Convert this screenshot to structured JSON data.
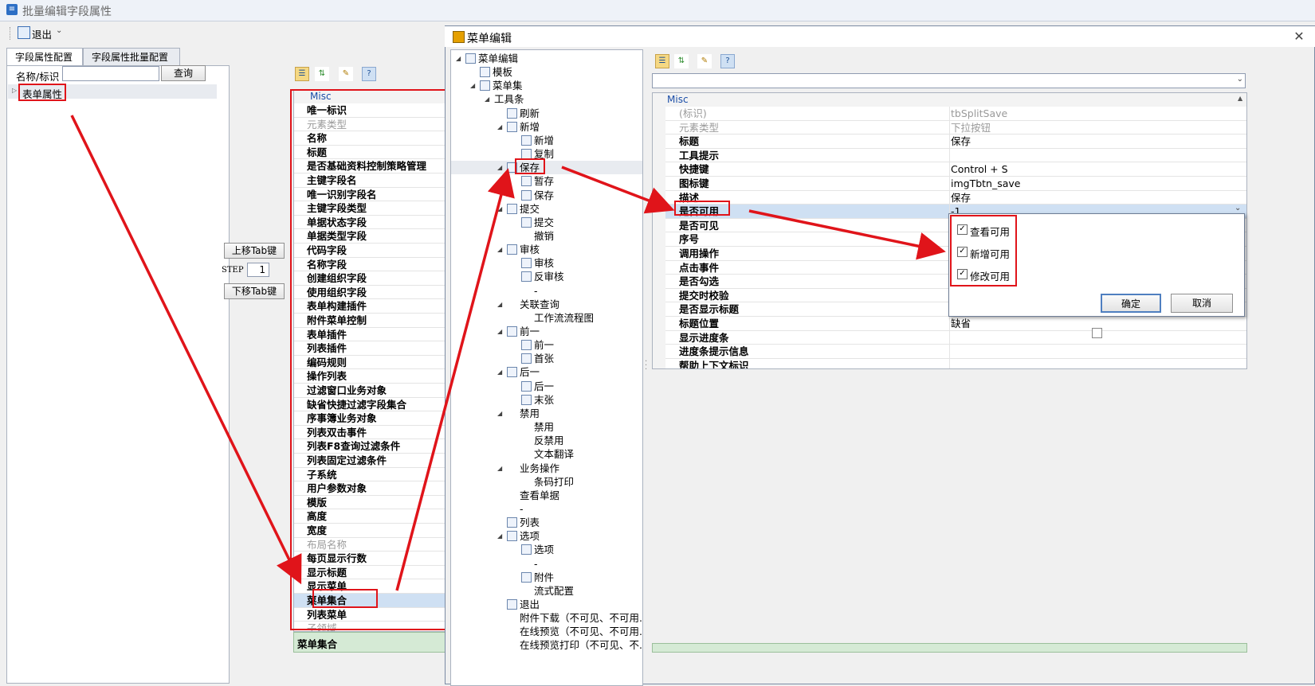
{
  "window": {
    "title": "批量编辑字段属性"
  },
  "toolbar": {
    "exit_label": "退出"
  },
  "tabs": [
    {
      "label": "字段属性配置"
    },
    {
      "label": "字段属性批量配置"
    }
  ],
  "search": {
    "label": "名称/标识",
    "value": "",
    "button": "查询"
  },
  "left_tree": {
    "root": "表单属性"
  },
  "middle": {
    "up_button": "上移Tab键",
    "step_label": "STEP",
    "step_value": "1",
    "down_button": "下移Tab键"
  },
  "left_grid": {
    "category": "Misc",
    "rows": [
      {
        "name": "唯一标识",
        "dim": false
      },
      {
        "name": "元素类型",
        "dim": true
      },
      {
        "name": "名称",
        "dim": false
      },
      {
        "name": "标题",
        "dim": false
      },
      {
        "name": "是否基础资料控制策略管理",
        "dim": false
      },
      {
        "name": "主键字段名",
        "dim": false
      },
      {
        "name": "唯一识别字段名",
        "dim": false
      },
      {
        "name": "主键字段类型",
        "dim": false
      },
      {
        "name": "单据状态字段",
        "dim": false
      },
      {
        "name": "单据类型字段",
        "dim": false
      },
      {
        "name": "代码字段",
        "dim": false
      },
      {
        "name": "名称字段",
        "dim": false
      },
      {
        "name": "创建组织字段",
        "dim": false
      },
      {
        "name": "使用组织字段",
        "dim": false
      },
      {
        "name": "表单构建插件",
        "dim": false
      },
      {
        "name": "附件菜单控制",
        "dim": false
      },
      {
        "name": "表单插件",
        "dim": false
      },
      {
        "name": "列表插件",
        "dim": false
      },
      {
        "name": "编码规则",
        "dim": false
      },
      {
        "name": "操作列表",
        "dim": false
      },
      {
        "name": "过滤窗口业务对象",
        "dim": false
      },
      {
        "name": "缺省快捷过滤字段集合",
        "dim": false
      },
      {
        "name": "序事簿业务对象",
        "dim": false
      },
      {
        "name": "列表双击事件",
        "dim": false
      },
      {
        "name": "列表F8查询过滤条件",
        "dim": false
      },
      {
        "name": "列表固定过滤条件",
        "dim": false
      },
      {
        "name": "子系统",
        "dim": false
      },
      {
        "name": "用户参数对象",
        "dim": false
      },
      {
        "name": "模版",
        "dim": false
      },
      {
        "name": "高度",
        "dim": false
      },
      {
        "name": "宽度",
        "dim": false
      },
      {
        "name": "布局名称",
        "dim": true
      },
      {
        "name": "每页显示行数",
        "dim": false
      },
      {
        "name": "显示标题",
        "dim": false
      },
      {
        "name": "显示菜单",
        "dim": false
      },
      {
        "name": "菜单集合",
        "dim": false
      },
      {
        "name": "列表菜单",
        "dim": false
      },
      {
        "name": "子领域",
        "dim": true
      }
    ],
    "footer": "菜单集合"
  },
  "dialog": {
    "title": "菜单编辑",
    "tree": [
      {
        "label": "菜单编辑",
        "level": 0,
        "exp": "◢",
        "icon": true
      },
      {
        "label": "模板",
        "level": 1,
        "exp": "",
        "icon": true
      },
      {
        "label": "菜单集",
        "level": 1,
        "exp": "◢",
        "icon": true
      },
      {
        "label": "工具条",
        "level": 2,
        "exp": "◢",
        "icon": false
      },
      {
        "label": "刷新",
        "level": 3,
        "exp": "",
        "icon": true
      },
      {
        "label": "新增",
        "level": 3,
        "exp": "◢",
        "icon": true
      },
      {
        "label": "新增",
        "level": 4,
        "exp": "",
        "icon": true
      },
      {
        "label": "复制",
        "level": 4,
        "exp": "",
        "icon": true
      },
      {
        "label": "保存",
        "level": 3,
        "exp": "◢",
        "icon": true
      },
      {
        "label": "暂存",
        "level": 4,
        "exp": "",
        "icon": true
      },
      {
        "label": "保存",
        "level": 4,
        "exp": "",
        "icon": true
      },
      {
        "label": "提交",
        "level": 3,
        "exp": "◢",
        "icon": true
      },
      {
        "label": "提交",
        "level": 4,
        "exp": "",
        "icon": true
      },
      {
        "label": "撤销",
        "level": 4,
        "exp": "",
        "icon": false
      },
      {
        "label": "审核",
        "level": 3,
        "exp": "◢",
        "icon": true
      },
      {
        "label": "审核",
        "level": 4,
        "exp": "",
        "icon": true
      },
      {
        "label": "反审核",
        "level": 4,
        "exp": "",
        "icon": true
      },
      {
        "label": "-",
        "level": 4,
        "exp": "",
        "icon": false
      },
      {
        "label": "关联查询",
        "level": 3,
        "exp": "◢",
        "icon": false
      },
      {
        "label": "工作流流程图",
        "level": 4,
        "exp": "",
        "icon": false
      },
      {
        "label": "前一",
        "level": 3,
        "exp": "◢",
        "icon": true
      },
      {
        "label": "前一",
        "level": 4,
        "exp": "",
        "icon": true
      },
      {
        "label": "首张",
        "level": 4,
        "exp": "",
        "icon": true
      },
      {
        "label": "后一",
        "level": 3,
        "exp": "◢",
        "icon": true
      },
      {
        "label": "后一",
        "level": 4,
        "exp": "",
        "icon": true
      },
      {
        "label": "末张",
        "level": 4,
        "exp": "",
        "icon": true
      },
      {
        "label": "禁用",
        "level": 3,
        "exp": "◢",
        "icon": false
      },
      {
        "label": "禁用",
        "level": 4,
        "exp": "",
        "icon": false
      },
      {
        "label": "反禁用",
        "level": 4,
        "exp": "",
        "icon": false
      },
      {
        "label": "文本翻译",
        "level": 4,
        "exp": "",
        "icon": false
      },
      {
        "label": "业务操作",
        "level": 3,
        "exp": "◢",
        "icon": false
      },
      {
        "label": "条码打印",
        "level": 4,
        "exp": "",
        "icon": false
      },
      {
        "label": "查看单据",
        "level": 3,
        "exp": "",
        "icon": false
      },
      {
        "label": "-",
        "level": 3,
        "exp": "",
        "icon": false
      },
      {
        "label": "列表",
        "level": 3,
        "exp": "",
        "icon": true
      },
      {
        "label": "选项",
        "level": 3,
        "exp": "◢",
        "icon": true
      },
      {
        "label": "选项",
        "level": 4,
        "exp": "",
        "icon": true
      },
      {
        "label": "-",
        "level": 4,
        "exp": "",
        "icon": false
      },
      {
        "label": "附件",
        "level": 4,
        "exp": "",
        "icon": true
      },
      {
        "label": "流式配置",
        "level": 4,
        "exp": "",
        "icon": false
      },
      {
        "label": "退出",
        "level": 3,
        "exp": "",
        "icon": true
      },
      {
        "label": "附件下载（不可见、不可用...",
        "level": 3,
        "exp": "",
        "icon": false
      },
      {
        "label": "在线预览（不可见、不可用...",
        "level": 3,
        "exp": "",
        "icon": false
      },
      {
        "label": "在线预览打印（不可见、不...",
        "level": 3,
        "exp": "",
        "icon": false
      }
    ],
    "grid": {
      "category": "Misc",
      "rows": [
        {
          "name": "(标识)",
          "value": "tbSplitSave",
          "dim": true
        },
        {
          "name": "元素类型",
          "value": "下拉按钮",
          "dim": true
        },
        {
          "name": "标题",
          "value": "保存",
          "dim": false
        },
        {
          "name": "工具提示",
          "value": "",
          "dim": false
        },
        {
          "name": "快捷键",
          "value": "Control + S",
          "dim": false
        },
        {
          "name": "图标键",
          "value": "imgTbtn_save",
          "dim": false
        },
        {
          "name": "描述",
          "value": "保存",
          "dim": false
        },
        {
          "name": "是否可用",
          "value": "-1",
          "dim": false
        },
        {
          "name": "是否可见",
          "value": "",
          "dim": false
        },
        {
          "name": "序号",
          "value": "",
          "dim": false
        },
        {
          "name": "调用操作",
          "value": "",
          "dim": false
        },
        {
          "name": "点击事件",
          "value": "",
          "dim": false
        },
        {
          "name": "是否勾选",
          "value": "",
          "dim": false
        },
        {
          "name": "提交时校验",
          "value": "",
          "dim": false
        },
        {
          "name": "是否显示标题",
          "value": "",
          "dim": false
        },
        {
          "name": "标题位置",
          "value": "缺省",
          "dim": false
        },
        {
          "name": "显示进度条",
          "value": "",
          "dim": false
        },
        {
          "name": "进度条提示信息",
          "value": "",
          "dim": false
        },
        {
          "name": "帮助上下文标识",
          "value": "",
          "dim": false
        }
      ]
    },
    "popup": {
      "options": [
        {
          "label": "查看可用",
          "checked": true
        },
        {
          "label": "新增可用",
          "checked": true
        },
        {
          "label": "修改可用",
          "checked": true
        }
      ],
      "ok": "确定",
      "cancel": "取消"
    }
  },
  "colors": {
    "annotation": "#e0141a",
    "selection": "#cfe0f3"
  }
}
